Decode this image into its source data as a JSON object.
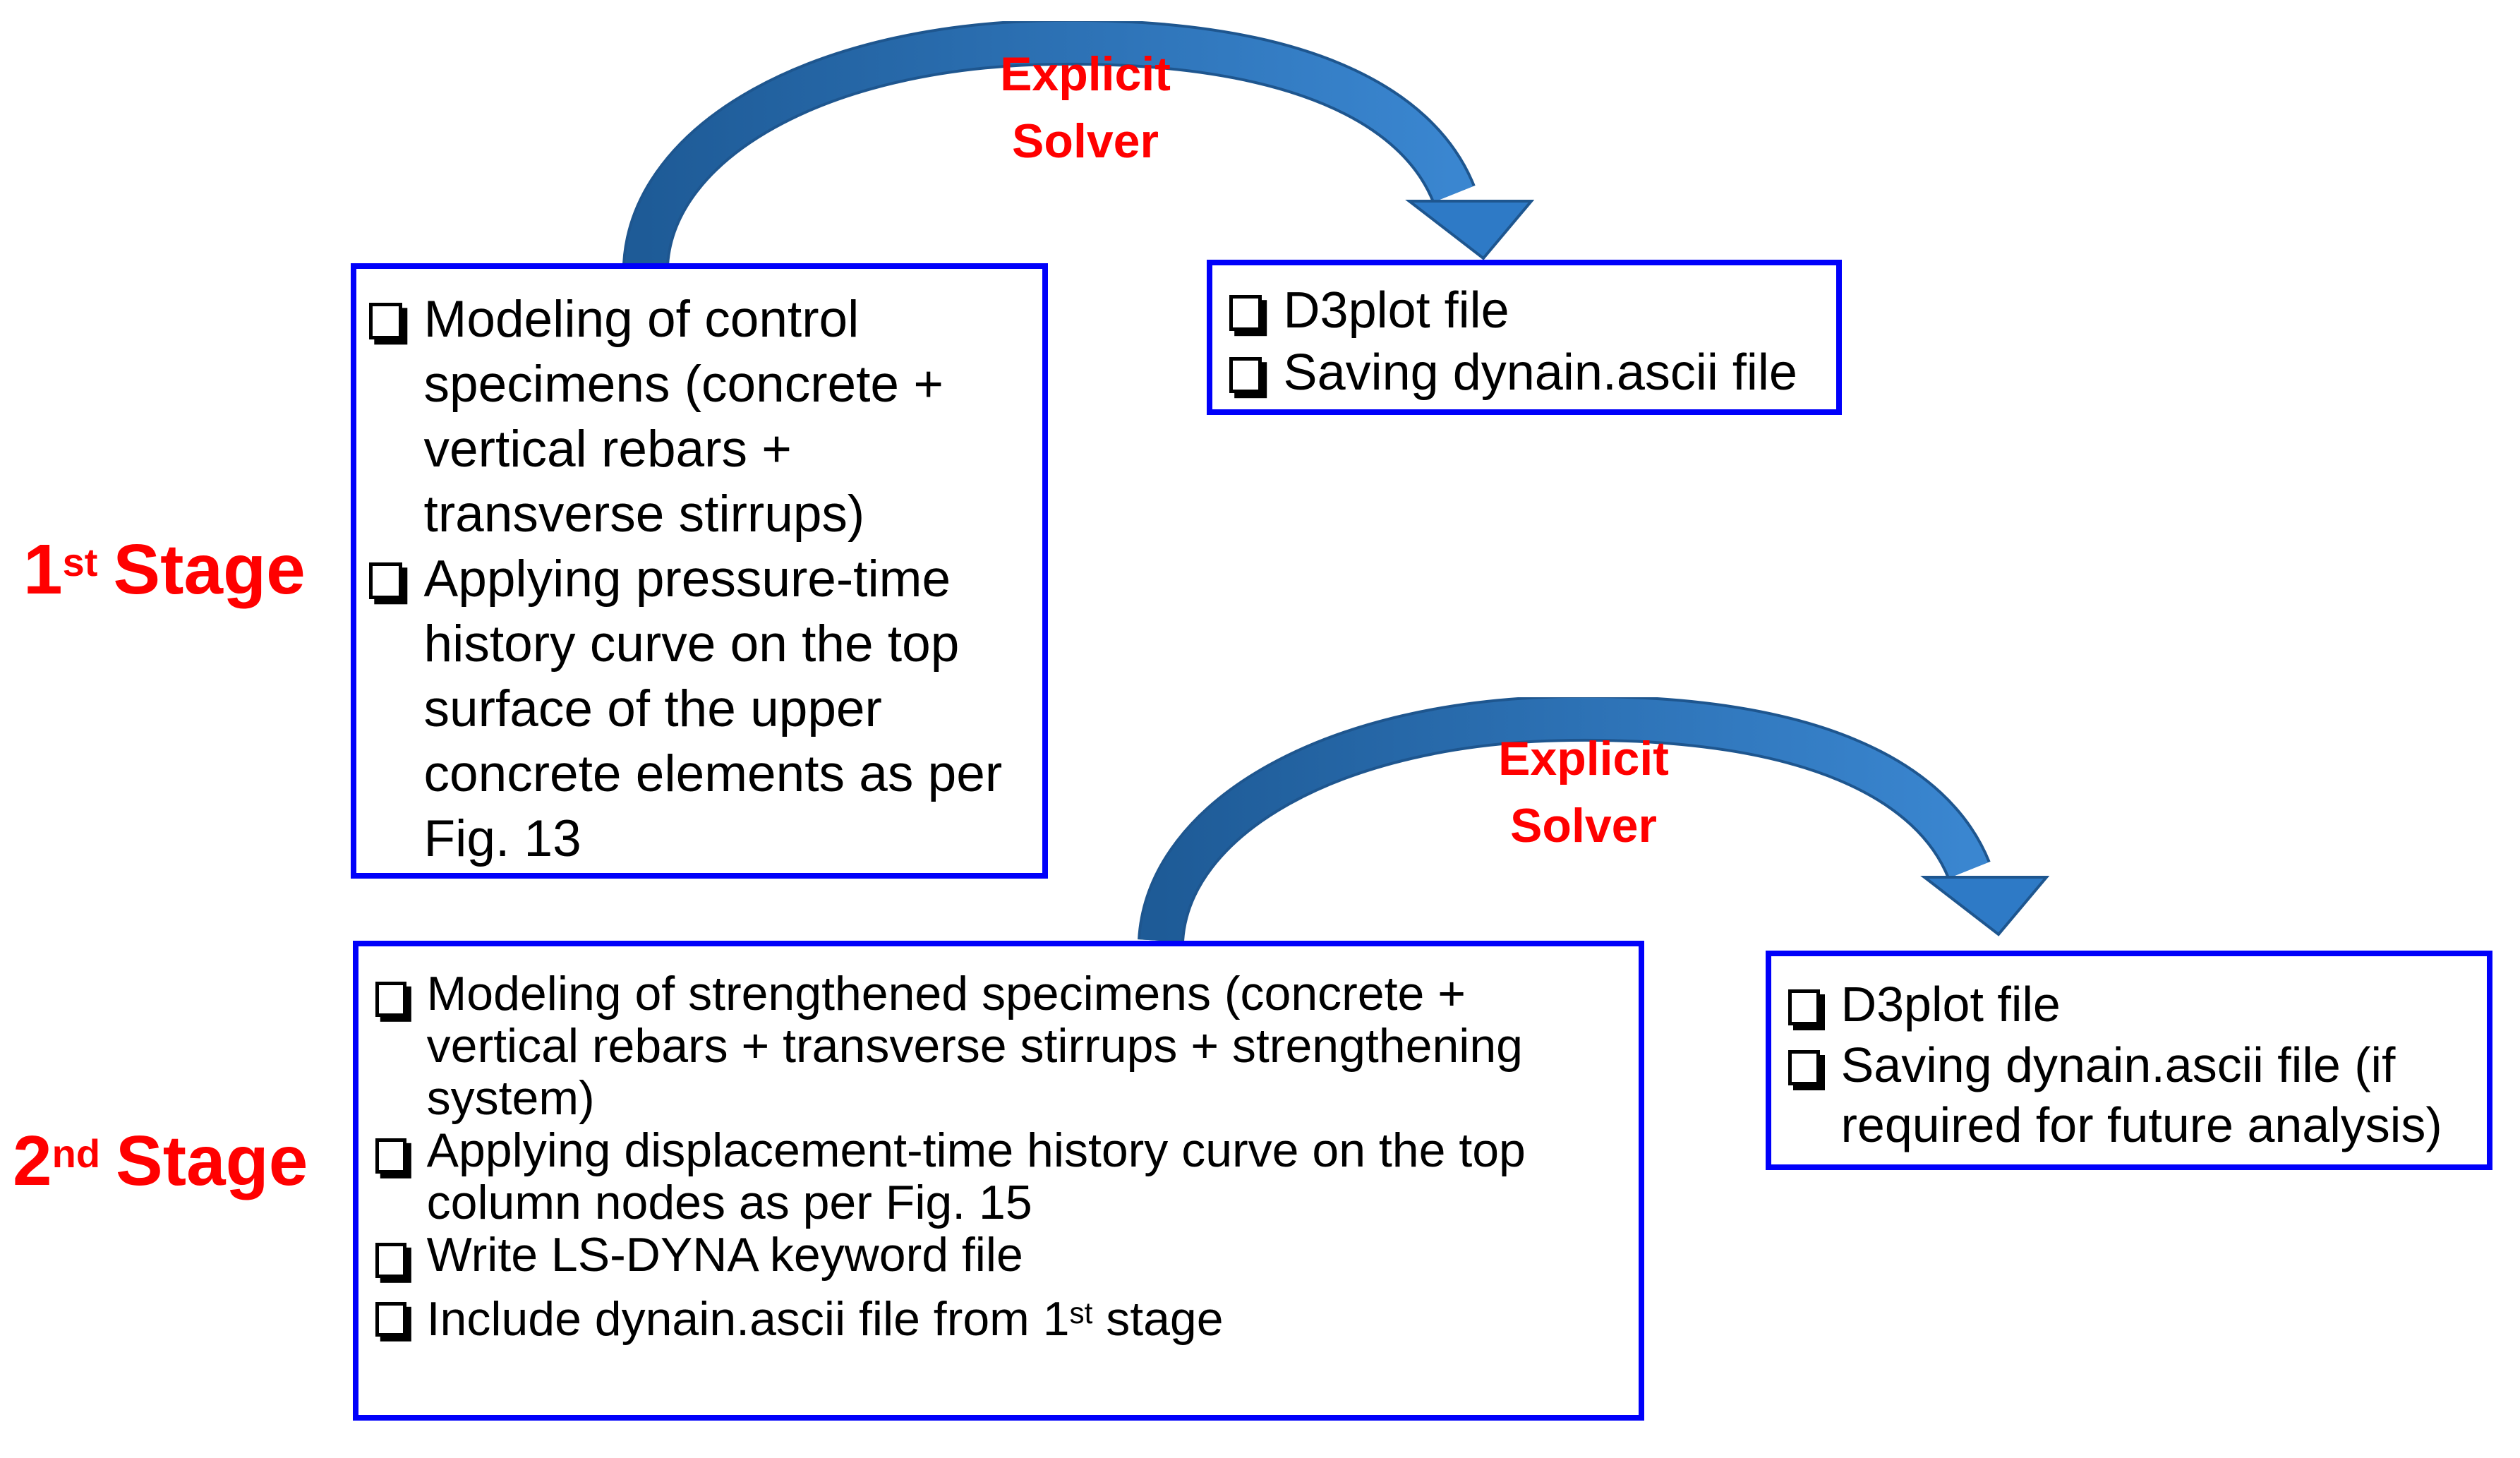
{
  "colors": {
    "border_blue": "#0000fa",
    "label_red": "#ff0000",
    "arrow_dark": "#1e5b97",
    "arrow_light": "#3a86d0",
    "arrow_outline": "#1e568f",
    "text_black": "#000000"
  },
  "stage1": {
    "label": {
      "number": "1",
      "ordinal": "st",
      "word": "Stage"
    },
    "arrow_label": {
      "line1": "Explicit",
      "line2": "Solver"
    },
    "input_box": {
      "items": [
        "Modeling of control specimens (concrete + vertical rebars + transverse stirrups)",
        "Applying pressure-time history curve on the top surface of the upper concrete elements as per Fig. 13"
      ]
    },
    "output_box": {
      "items": [
        "D3plot file",
        "Saving dynain.ascii file"
      ]
    }
  },
  "stage2": {
    "label": {
      "number": "2",
      "ordinal": "nd",
      "word": "Stage"
    },
    "arrow_label": {
      "line1": "Explicit",
      "line2": "Solver"
    },
    "input_box": {
      "items": [
        "Modeling of strengthened specimens (concrete + vertical rebars + transverse stirrups + strengthening system)",
        "Applying displacement-time history curve on the top column nodes as per Fig. 15",
        "Write LS-DYNA keyword file"
      ],
      "item4": {
        "before": "Include dynain.ascii file from 1",
        "sup": "st",
        "after": " stage"
      }
    },
    "output_box": {
      "items": [
        "D3plot file",
        "Saving dynain.ascii file (if required for future analysis)"
      ]
    }
  }
}
